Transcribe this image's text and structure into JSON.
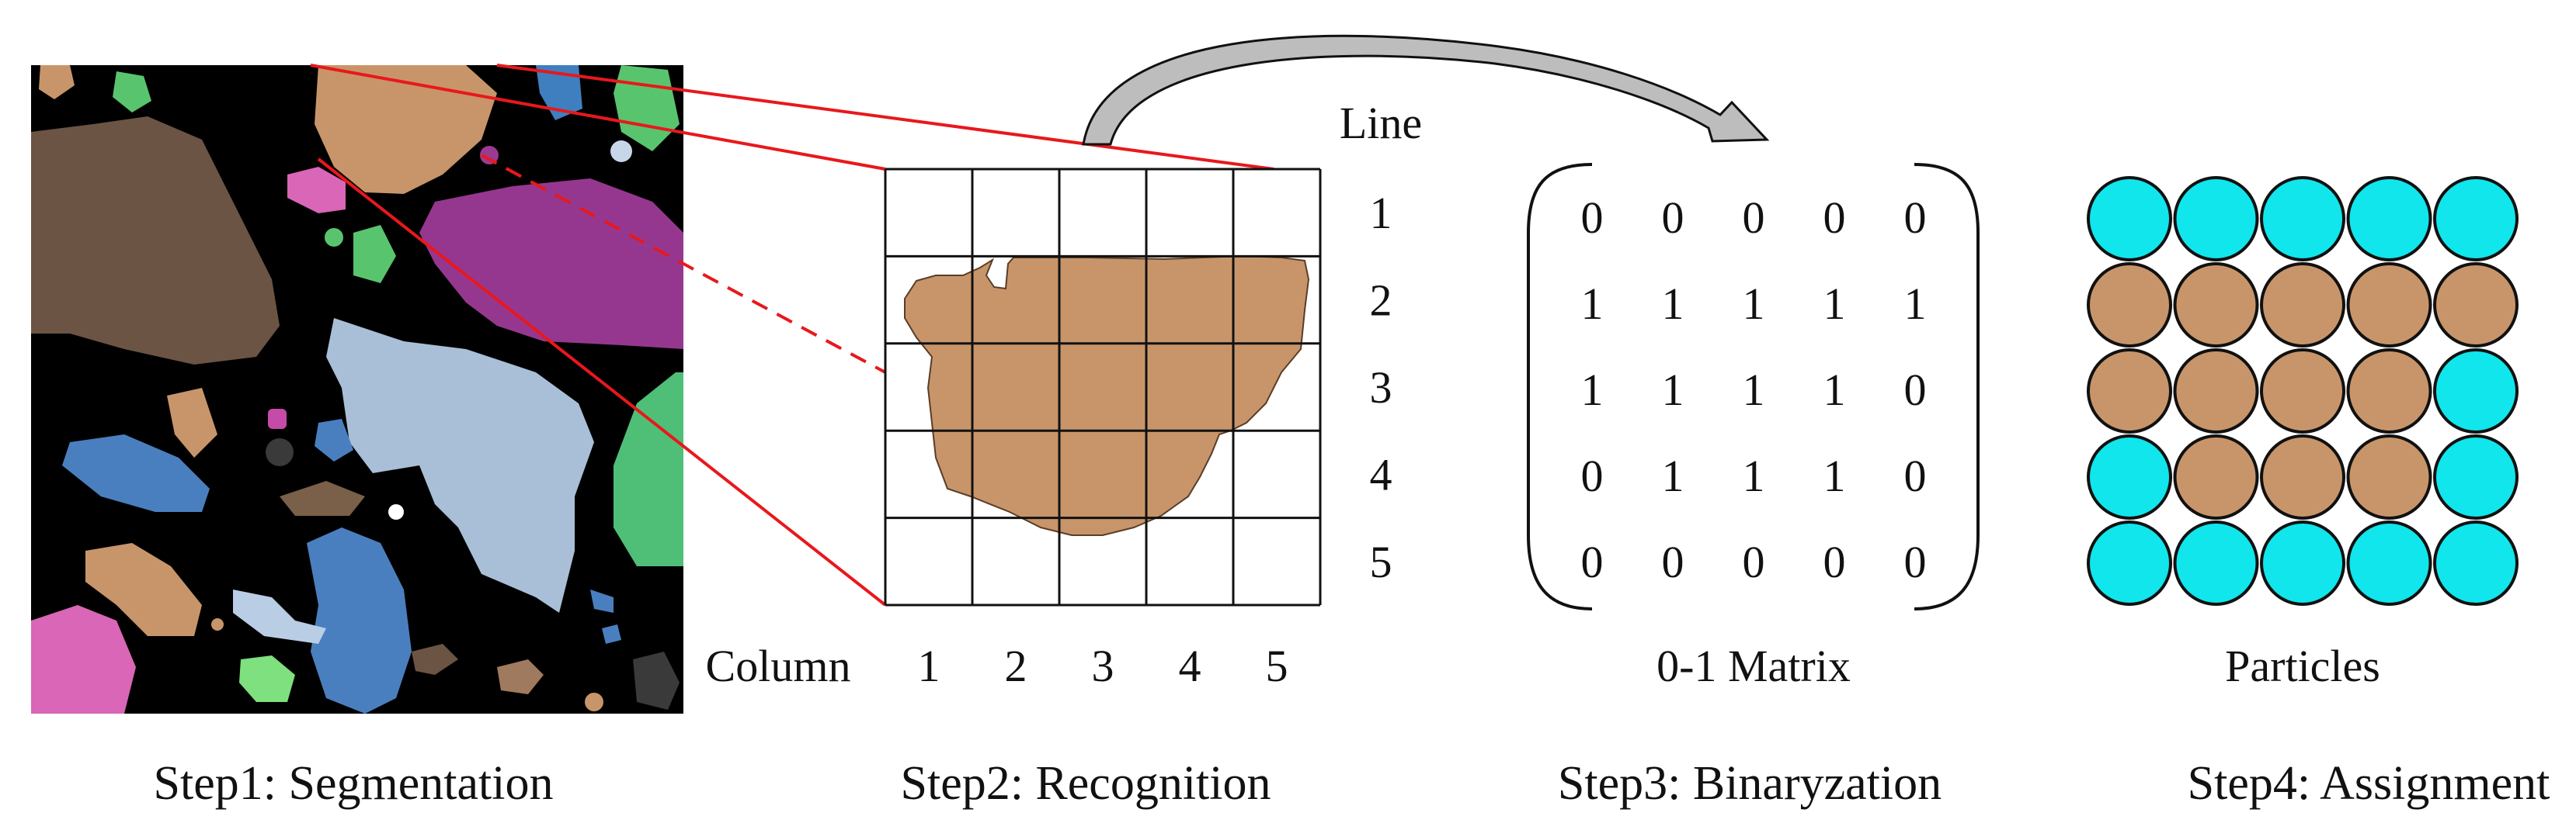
{
  "steps": [
    {
      "label": "Step1: Segmentation"
    },
    {
      "label": "Step2: Recognition"
    },
    {
      "label": "Step3: Binaryzation"
    },
    {
      "label": "Step4: Assignment"
    }
  ],
  "recognition": {
    "line_title": "Line",
    "column_title": "Column",
    "line_numbers": [
      "1",
      "2",
      "3",
      "4",
      "5"
    ],
    "column_numbers": [
      "1",
      "2",
      "3",
      "4",
      "5"
    ]
  },
  "matrix": {
    "caption": "0-1 Matrix",
    "rows": [
      [
        "0",
        "0",
        "0",
        "0",
        "0"
      ],
      [
        "1",
        "1",
        "1",
        "1",
        "1"
      ],
      [
        "1",
        "1",
        "1",
        "1",
        "0"
      ],
      [
        "0",
        "1",
        "1",
        "1",
        "0"
      ],
      [
        "0",
        "0",
        "0",
        "0",
        "0"
      ]
    ]
  },
  "particles": {
    "caption": "Particles",
    "colors": {
      "filled": "#c8956a",
      "empty": "#10e6ec"
    }
  },
  "colors": {
    "grain": "#c8956a",
    "highlight_line": "#e8181c",
    "background_black": "#000000"
  }
}
